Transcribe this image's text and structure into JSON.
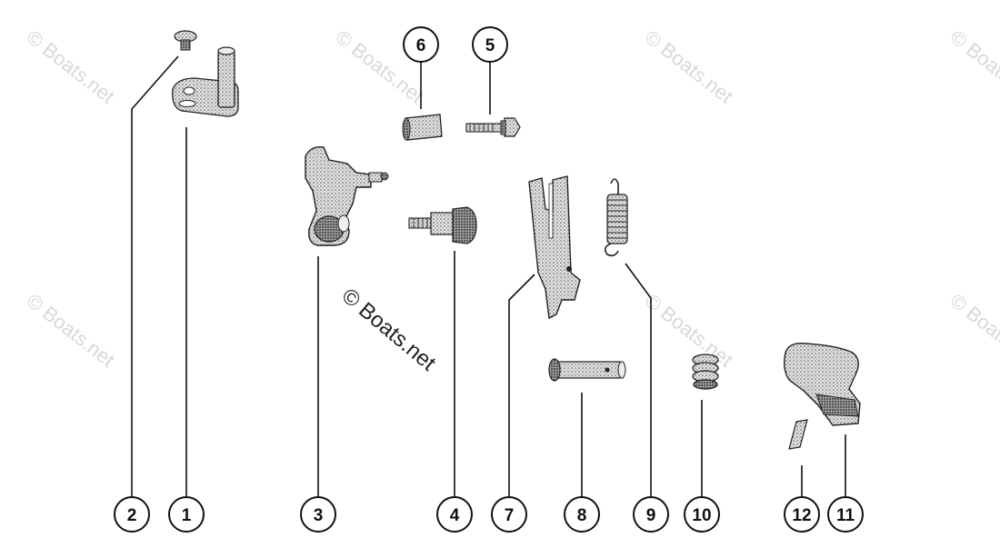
{
  "diagram": {
    "watermark_text": "© Boats.net",
    "callouts": [
      {
        "id": "1",
        "label": "1"
      },
      {
        "id": "2",
        "label": "2"
      },
      {
        "id": "3",
        "label": "3"
      },
      {
        "id": "4",
        "label": "4"
      },
      {
        "id": "5",
        "label": "5"
      },
      {
        "id": "6",
        "label": "6"
      },
      {
        "id": "7",
        "label": "7"
      },
      {
        "id": "8",
        "label": "8"
      },
      {
        "id": "9",
        "label": "9"
      },
      {
        "id": "10",
        "label": "10"
      },
      {
        "id": "11",
        "label": "11"
      },
      {
        "id": "12",
        "label": "12"
      }
    ]
  }
}
